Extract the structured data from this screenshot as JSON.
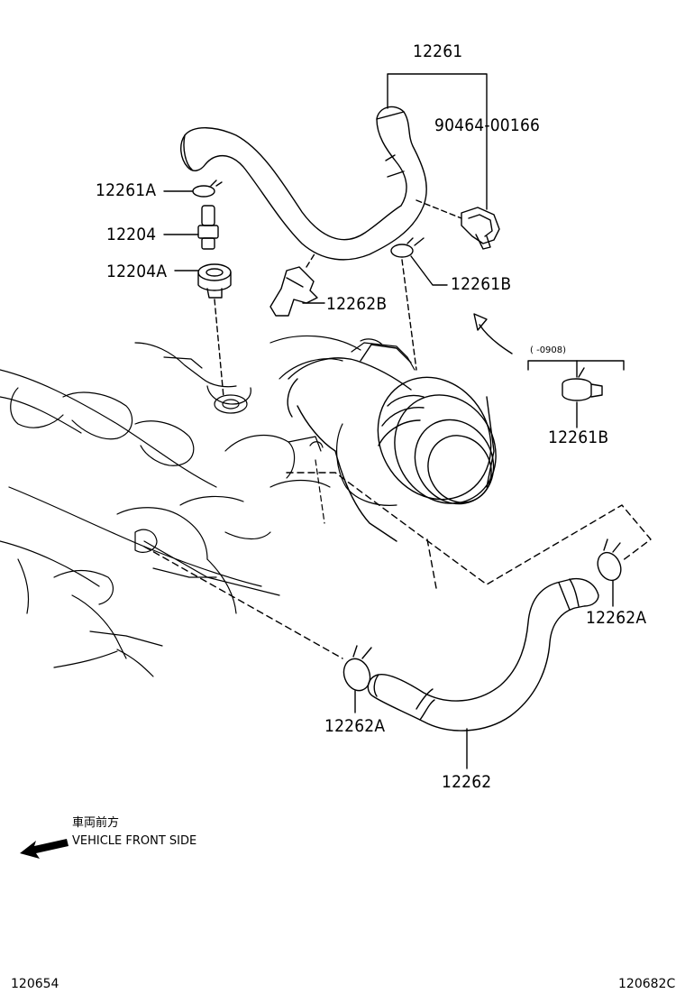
{
  "parts": {
    "p12261": "12261",
    "p90464_00166": "90464-00166",
    "p12261A": "12261A",
    "p12204": "12204",
    "p12204A": "12204A",
    "p12262B": "12262B",
    "p12261B_top": "12261B",
    "p12261B_side": "12261B",
    "p12262A_right": "12262A",
    "p12262A_left": "12262A",
    "p12262": "12262"
  },
  "variant_note": "(  -0908)",
  "legend": {
    "japanese": "車両前方",
    "english": "VEHICLE FRONT SIDE"
  },
  "footer": {
    "left_code": "120654",
    "right_code": "120682C"
  },
  "colors": {
    "line": "#000000",
    "background": "#ffffff"
  }
}
